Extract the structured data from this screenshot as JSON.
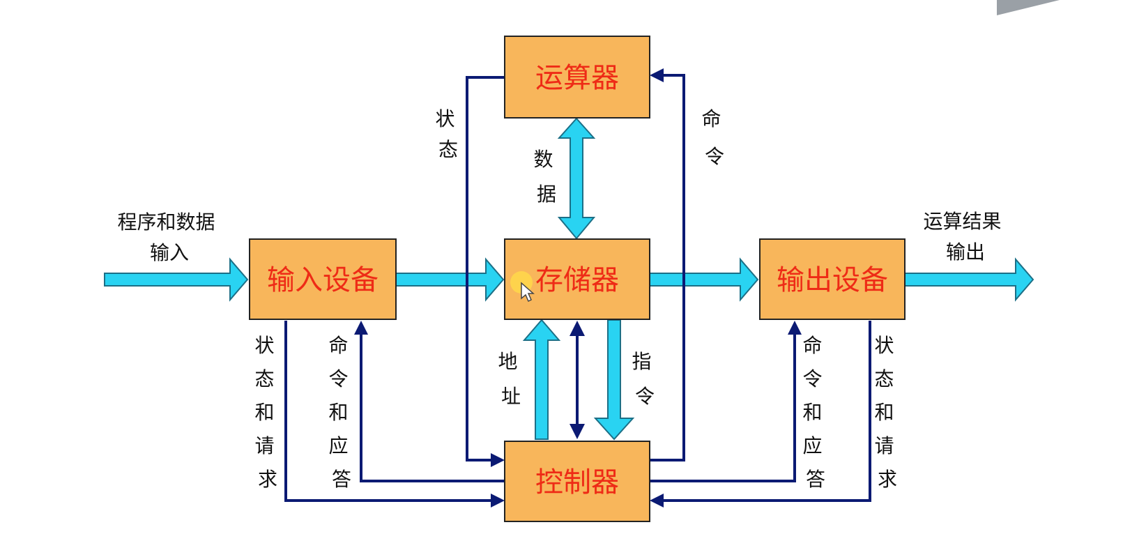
{
  "nodes": {
    "alu": "运算器",
    "memory": "存储器",
    "input": "输入设备",
    "output": "输出设备",
    "control": "控制器"
  },
  "labels": {
    "program_input": [
      "程序和数据",
      "输入"
    ],
    "result_output": [
      "运算结果",
      "输出"
    ],
    "alu_status": [
      "状",
      "态"
    ],
    "alu_command": [
      "命",
      "令"
    ],
    "data": [
      "数",
      "据"
    ],
    "address": [
      "地",
      "址"
    ],
    "instruction": [
      "指",
      "令"
    ],
    "input_status": [
      "状",
      "态",
      "和",
      "请",
      "求"
    ],
    "input_command": [
      "命",
      "令",
      "和",
      "应",
      "答"
    ],
    "output_command": [
      "命",
      "令",
      "和",
      "应",
      "答"
    ],
    "output_status": [
      "状",
      "态",
      "和",
      "请",
      "求"
    ]
  },
  "colors": {
    "box_fill": "#f8b65b",
    "box_text": "#ee2b16",
    "data_arrow": "#29d3f2",
    "control_line": "#0b1a73"
  }
}
